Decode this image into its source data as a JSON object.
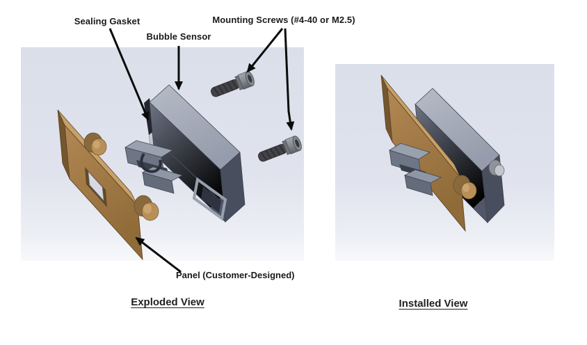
{
  "annotations": {
    "sealing_gasket": "Sealing Gasket",
    "bubble_sensor": "Bubble Sensor",
    "mounting_screws": "Mounting Screws (#4-40 or M2.5)",
    "panel": "Panel (Customer-Designed)"
  },
  "captions": {
    "exploded": "Exploded View",
    "installed": "Installed View"
  },
  "colors": {
    "page_background": "#ffffff",
    "render_background_top": "#dbdfe9",
    "render_background_bottom": "#f8f9fb",
    "panel_face_brown": "#a87c46",
    "panel_top_edge": "#c7a169",
    "panel_side_edge": "#74572e",
    "sensor_top_gray": "#a9afbc",
    "sensor_front_gray": "#616878",
    "sensor_side_gray": "#484e5d",
    "prong_gray": "#99a0ae",
    "gasket_gray": "#c5c8d1",
    "tube_port_tan": "#b98f58",
    "screw_shaft": "#434347",
    "screw_head": "#8e939b",
    "annotation_line": "#0b0b0b",
    "label_text": "#1a1a1a"
  }
}
